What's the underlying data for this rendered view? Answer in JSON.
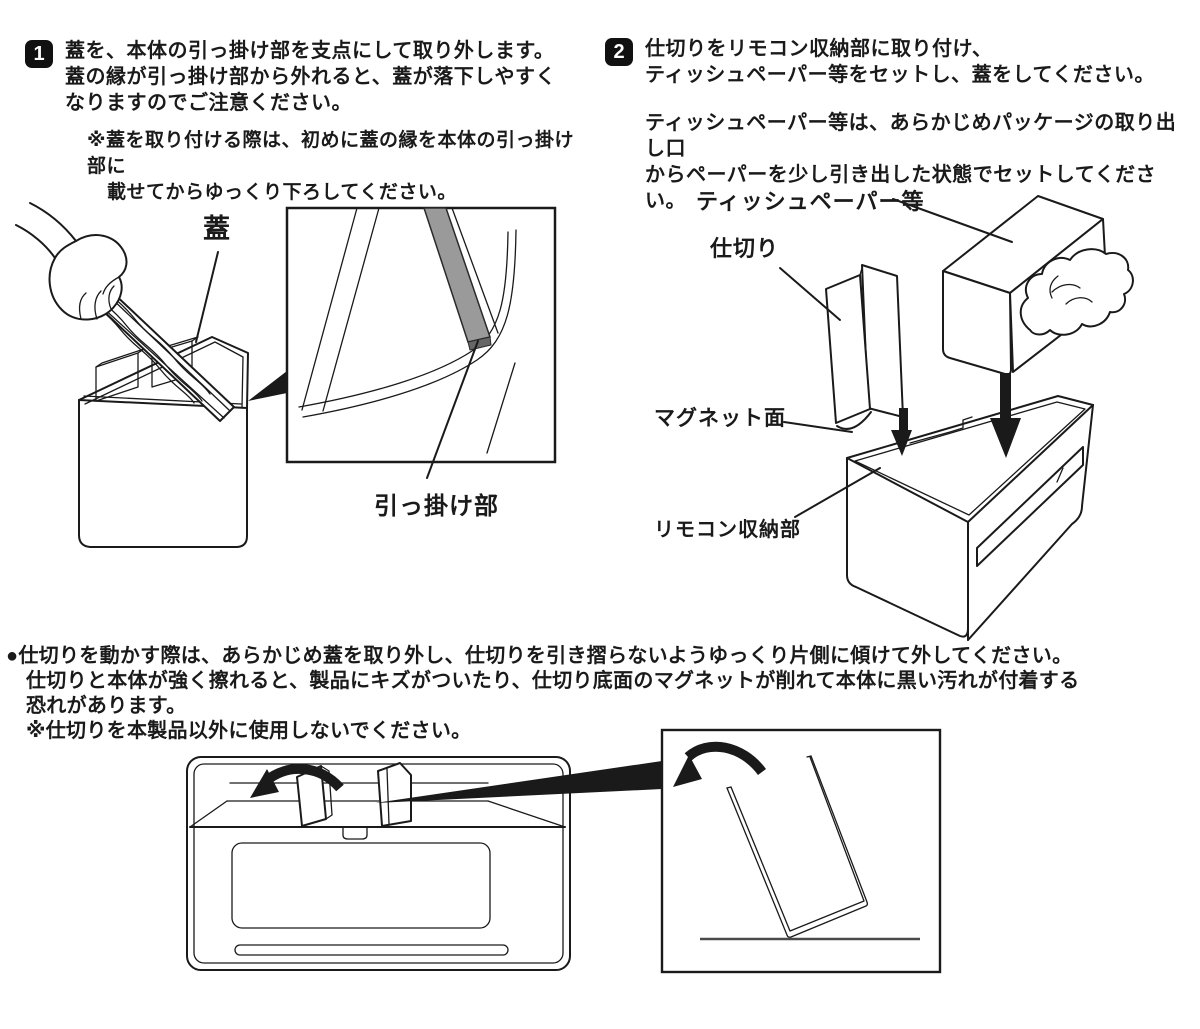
{
  "page": {
    "background": "#ffffff",
    "ink_color": "#1a1a1a",
    "hook_strip_color": "#9a9a9a"
  },
  "steps": [
    {
      "number": "1",
      "lines": [
        "蓋を、本体の引っ掛け部を支点にして取り外します。",
        "蓋の縁が引っ掛け部から外れると、蓋が落下しやすく",
        "なりますのでご注意ください。"
      ],
      "note_lines": [
        "※蓋を取り付ける際は、初めに蓋の縁を本体の引っ掛け部に",
        "載せてからゆっくり下ろしてください。"
      ]
    },
    {
      "number": "2",
      "lines": [
        "仕切りをリモコン収納部に取り付け、",
        "ティッシュペーパー等をセットし、蓋をしてください。"
      ],
      "note_lines": [
        "ティッシュペーパー等は、あらかじめパッケージの取り出し口",
        "からペーパーを少し引き出した状態でセットしてください。"
      ]
    }
  ],
  "diagram_lid": {
    "lid_label": "蓋",
    "hook_label": "引っ掛け部"
  },
  "diagram_setup": {
    "tissue_label": "ティッシュペーパー等",
    "divider_label": "仕切り",
    "magnet_label": "マグネット面",
    "remote_label": "リモコン収納部"
  },
  "caution": {
    "lines": [
      "●仕切りを動かす際は、あらかじめ蓋を取り外し、仕切りを引き摺らないようゆっくり片側に傾けて外してください。",
      "仕切りと本体が強く擦れると、製品にキズがついたり、仕切り底面のマグネットが削れて本体に黒い汚れが付着する",
      "恐れがあります。",
      "※仕切りを本製品以外に使用しないでください。"
    ]
  }
}
